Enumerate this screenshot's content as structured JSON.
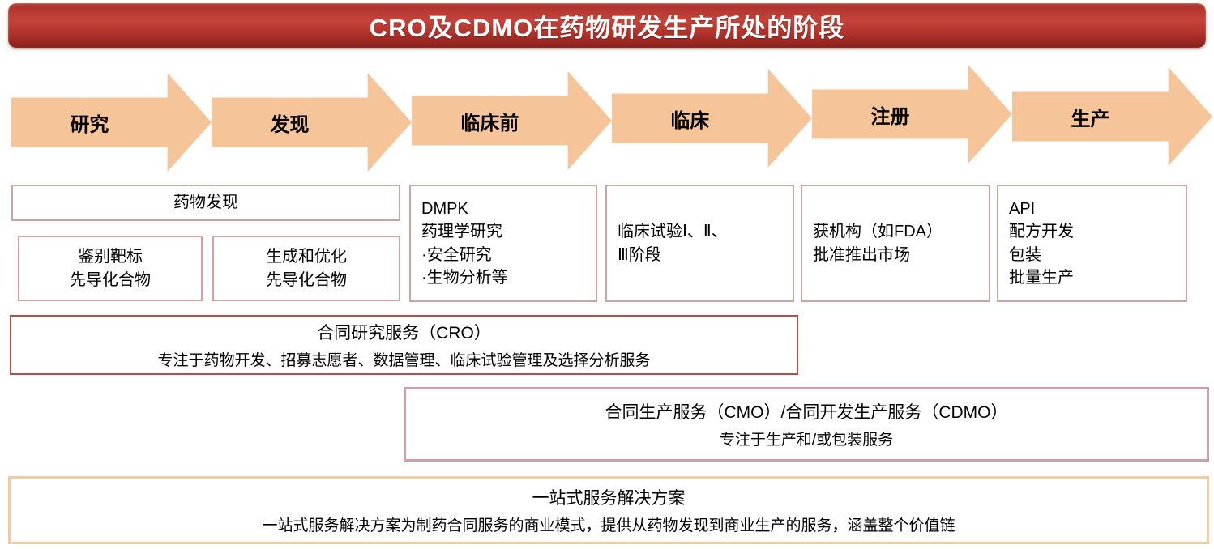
{
  "title": "CRO及CDMO在药物研发生产所处的阶段",
  "stages": [
    "研究",
    "发现",
    "临床前",
    "临床",
    "注册",
    "生产"
  ],
  "boxes": {
    "drug_discovery": "药物发现",
    "target_identification": "鉴别靶标\n先导化合物",
    "lead_generation": "生成和优化\n先导化合物",
    "preclinical_services": "DMPK\n药理学研究\n·安全研究\n·生物分析等",
    "clinical_trials": "临床试验Ⅰ、Ⅱ、\nⅢ阶段",
    "regulatory_approval": "获机构（如FDA）\n批准推出市场",
    "manufacturing": "API\n配方开发\n包装\n批量生产"
  },
  "bands": {
    "cro": {
      "title": "合同研究服务（CRO）",
      "description": "专注于药物开发、招募志愿者、数据管理、临床试验管理及选择分析服务"
    },
    "cmo": {
      "title": "合同生产服务（CMO）/合同开发生产服务（CDMO）",
      "description": "专注于生产和/或包装服务"
    },
    "one_stop": {
      "title": "一站式服务解决方案",
      "description": "一站式服务解决方案为制药合同服务的商业模式，提供从药物发现到商业生产的服务，涵盖整个价值链"
    }
  },
  "colors": {
    "banner_red": "#b5352d",
    "arrow_fill": "#f6c499",
    "box_border_pink": "#d0a3a3",
    "cro_border_red": "#bb4b47",
    "cmo_border_mauve": "#c9a2ab",
    "one_stop_border_peach": "#f3cba2"
  }
}
